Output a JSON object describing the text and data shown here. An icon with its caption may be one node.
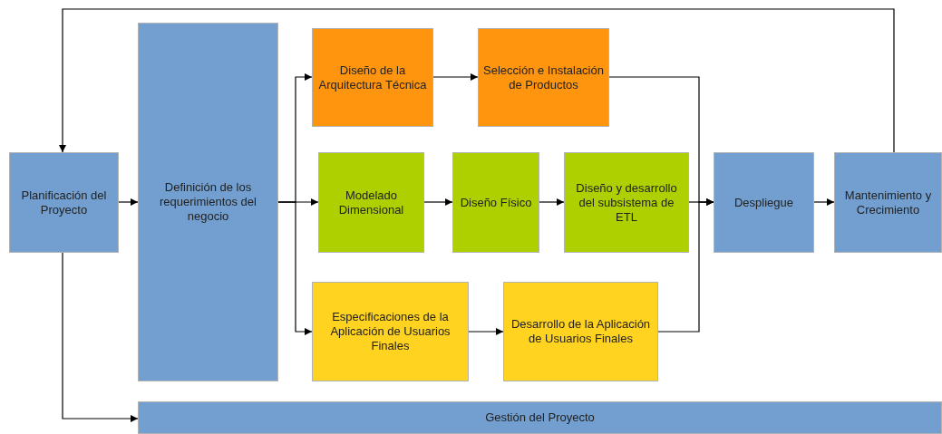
{
  "diagram": {
    "nodes": [
      {
        "text": [
          "Planificación del Proyecto"
        ]
      },
      {
        "text": [
          "Definición de los requerimientos del negocio"
        ]
      },
      {
        "text": [
          "Diseño de la Arquitectura Técnica"
        ]
      },
      {
        "text": [
          "Selección e Instalación de Productos"
        ]
      },
      {
        "text": [
          "Modelado Dimensional"
        ]
      },
      {
        "text": [
          "Diseño Físico"
        ]
      },
      {
        "text": [
          "Diseño y desarrollo del subsistema de ETL"
        ]
      },
      {
        "text": [
          "Despliegue"
        ]
      },
      {
        "text": [
          "Mantenimiento y Crecimiento"
        ]
      },
      {
        "text": [
          "Especificaciones de la Aplicación de Usuarios Finales"
        ]
      },
      {
        "text": [
          "Desarrollo de la Aplicación de Usuarios Finales"
        ]
      },
      {
        "text": [
          "Gestión del Proyecto"
        ]
      }
    ],
    "edges": [
      {
        "from": 0,
        "to": 1,
        "arrow": "to"
      },
      {
        "from": 1,
        "to": 2,
        "arrow": "to"
      },
      {
        "from": 1,
        "to": 4,
        "arrow": "to"
      },
      {
        "from": 1,
        "to": 9,
        "arrow": "to"
      },
      {
        "from": 2,
        "to": 3,
        "arrow": "to"
      },
      {
        "from": 4,
        "to": 5,
        "arrow": "to"
      },
      {
        "from": 5,
        "to": 6,
        "arrow": "to"
      },
      {
        "from": 9,
        "to": 10,
        "arrow": "to"
      },
      {
        "from": 3,
        "to": 7,
        "arrow": "to"
      },
      {
        "from": 6,
        "to": 7,
        "arrow": "to"
      },
      {
        "from": 10,
        "to": 7,
        "arrow": "to"
      },
      {
        "from": 7,
        "to": 8,
        "arrow": "to"
      },
      {
        "from": 8,
        "to": 0,
        "arrow": "to"
      },
      {
        "from": 0,
        "to": 11,
        "arrow": "to"
      }
    ]
  }
}
